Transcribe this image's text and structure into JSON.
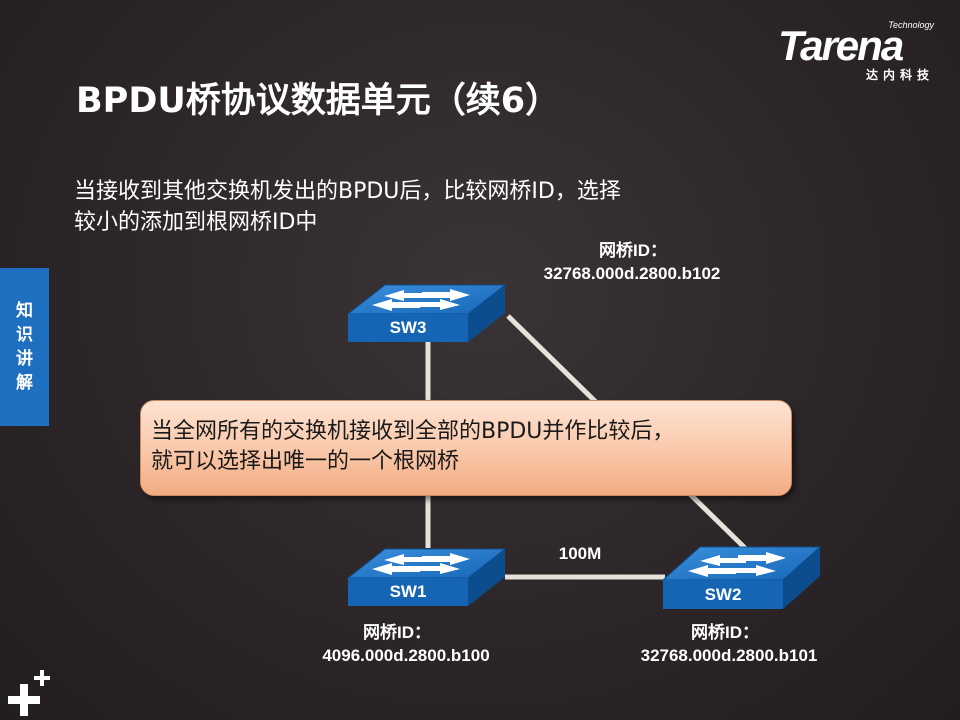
{
  "logo": {
    "word": "Tarena",
    "technology": "Technology",
    "subtitle": "达内科技"
  },
  "title": "BPDU桥协议数据单元（续6）",
  "description": [
    "当接收到其他交换机发出的BPDU后，比较网桥ID，选择",
    "较小的添加到根网桥ID中"
  ],
  "side_tab": [
    "知",
    "识",
    "讲",
    "解"
  ],
  "switches": {
    "sw3": {
      "name": "SW3",
      "id_label": "网桥ID：",
      "id_value": "32768.000d.2800.b102"
    },
    "sw1": {
      "name": "SW1",
      "id_label": "网桥ID：",
      "id_value": "4096.000d.2800.b100"
    },
    "sw2": {
      "name": "SW2",
      "id_label": "网桥ID：",
      "id_value": "32768.000d.2800.b101"
    }
  },
  "link_label": "100M",
  "callout": [
    "当全网所有的交换机接收到全部的BPDU并作比较后，",
    "就可以选择出唯一的一个根网桥"
  ],
  "colors": {
    "switch_top": "#1e78c8",
    "switch_front": "#1565b4",
    "switch_side": "#0c4d8e",
    "link": "#e6e2da",
    "side_tab": "#1f6fc0",
    "callout_fill": "#f9c7a8"
  }
}
